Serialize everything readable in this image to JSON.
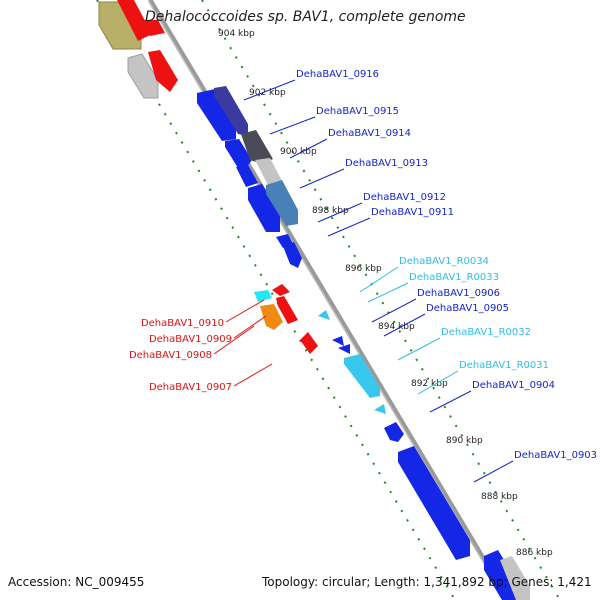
{
  "title": "Dehalococcoides sp. BAV1, complete genome",
  "footer": {
    "accession": "Accession: NC_009455",
    "stats": "Topology: circular; Length: 1,341,892 bp; Genes: 1,421"
  },
  "colors": {
    "blue": "#1426e6",
    "navy": "#3a3aa0",
    "slate": "#4a4a58",
    "cyan": "#38c8ee",
    "red": "#ee1111",
    "orange": "#f08a10",
    "khaki": "#b8b068",
    "silver": "#c4c4c4",
    "steel": "#4a80b8",
    "scale": "#1e8a1e",
    "backbone": "#8a8a8a"
  },
  "scale_ticks": [
    "904 kbp",
    "902 kbp",
    "900 kbp",
    "898 kbp",
    "896 kbp",
    "894 kbp",
    "892 kbp",
    "890 kbp",
    "888 kbp",
    "886 kbp"
  ],
  "labels": {
    "blue": [
      "DehaBAV1_0916",
      "DehaBAV1_0915",
      "DehaBAV1_0914",
      "DehaBAV1_0913",
      "DehaBAV1_0912",
      "DehaBAV1_0911",
      "DehaBAV1_0906",
      "DehaBAV1_0905",
      "DehaBAV1_0904",
      "DehaBAV1_0903"
    ],
    "cyan": [
      "DehaBAV1_R0034",
      "DehaBAV1_R0033",
      "DehaBAV1_R0032",
      "DehaBAV1_R0031"
    ],
    "red": [
      "DehaBAV1_0910",
      "DehaBAV1_0909",
      "DehaBAV1_0908",
      "DehaBAV1_0907"
    ]
  }
}
